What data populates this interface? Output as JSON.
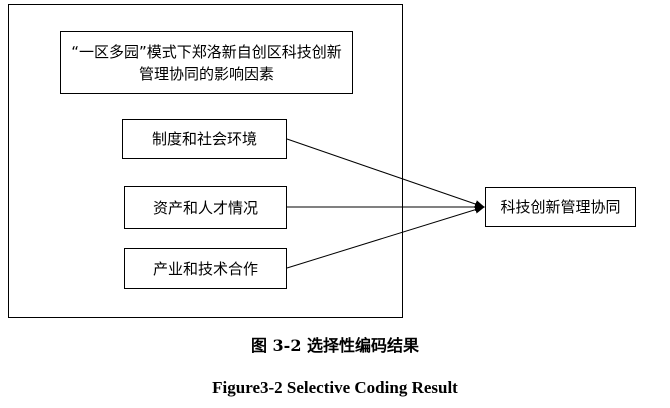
{
  "diagram": {
    "title": "“一区多园”模式下郑洛新自创区科技创新管理协同的影响因素",
    "factors": [
      "制度和社会环境",
      "资产和人才情况",
      "产业和技术合作"
    ],
    "target": "科技创新管理协同"
  },
  "caption": {
    "cn": "图 3-2  选择性编码结果",
    "en": "Figure3-2 Selective Coding Result"
  }
}
